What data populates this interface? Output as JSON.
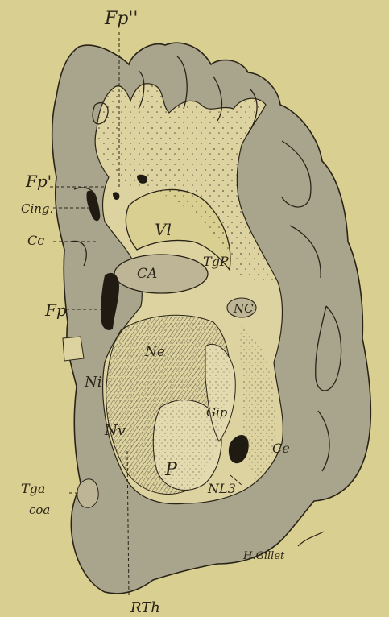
{
  "figure": {
    "labels": {
      "fp_top": "Fp''",
      "fp_mid": "Fp'",
      "cing": "Cing.",
      "cc": "Cc",
      "vl": "Vl",
      "ca": "CA",
      "tgp": "TgP",
      "fp_low": "Fp",
      "nc": "NC",
      "ne": "Ne",
      "ni": "Ni",
      "nv": "Nv",
      "gip": "Gip",
      "ce": "Ce",
      "p": "P",
      "nl3": "NL3",
      "tga": "Tga",
      "coa": "coa",
      "rth": "RTh"
    },
    "signature": "H.Gillet"
  },
  "colors": {
    "background": "#d9cf91",
    "cortex": "#a9a48c",
    "white_matter": "#ddd3a0",
    "nuclei": "#b2ab8f",
    "ink": "#2a2418",
    "dark_fill": "#1f1a12"
  }
}
